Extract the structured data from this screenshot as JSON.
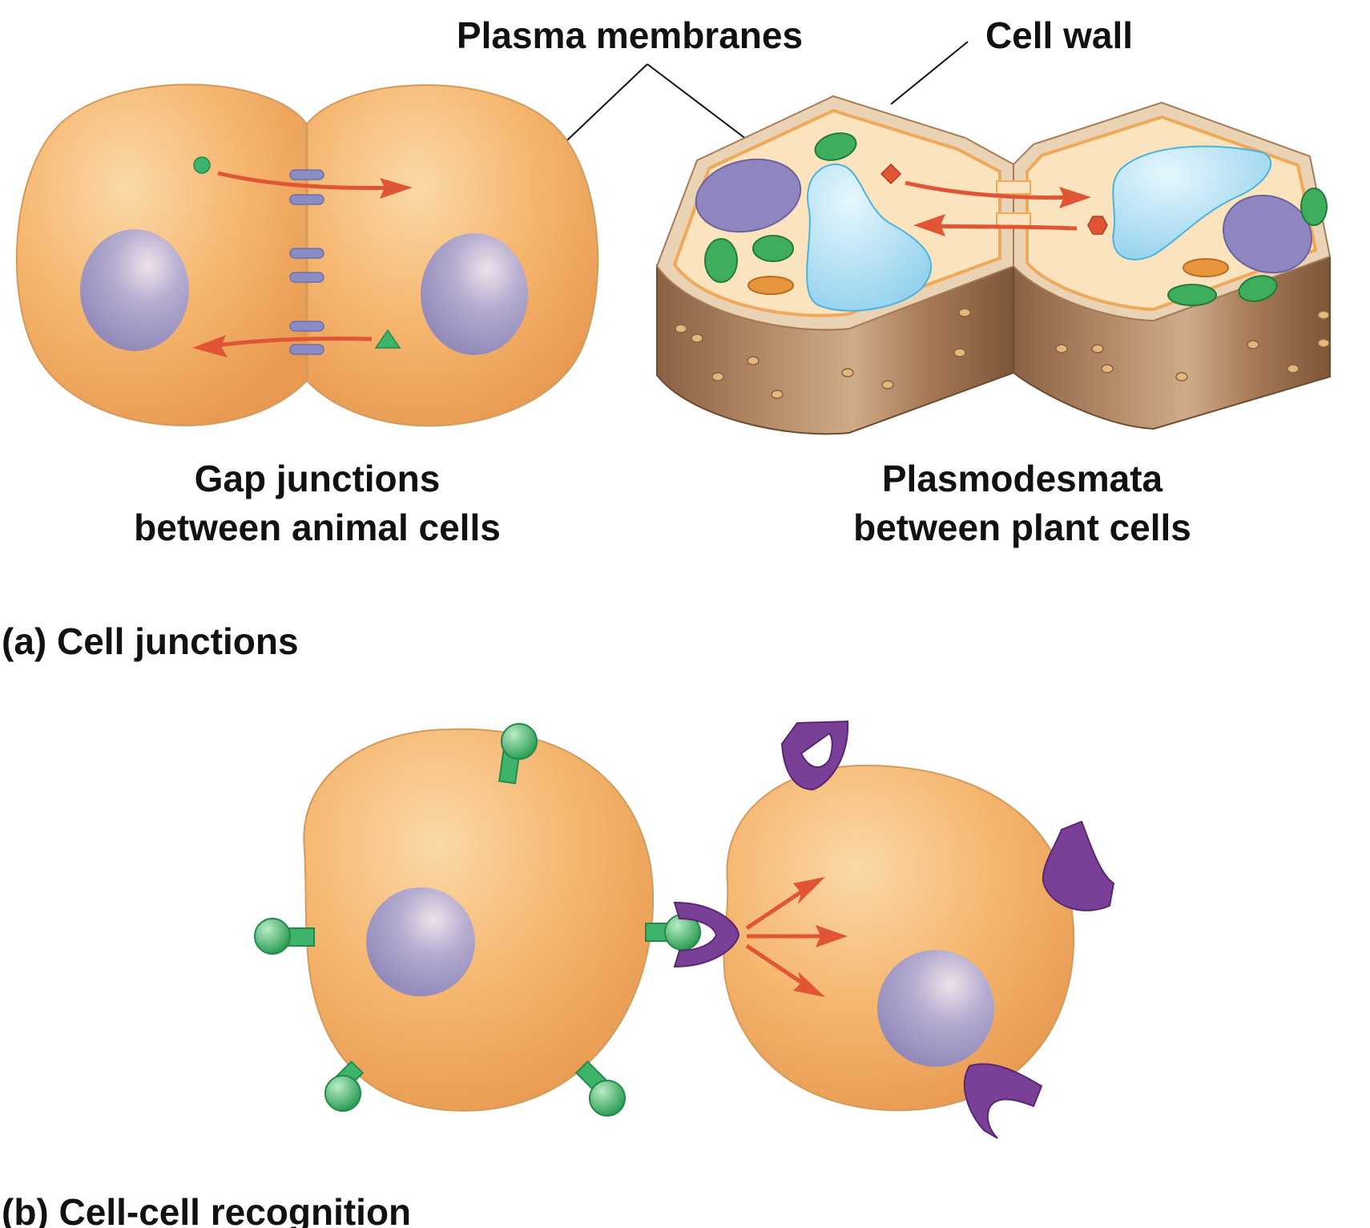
{
  "labels": {
    "plasma_membranes": "Plasma membranes",
    "cell_wall": "Cell wall",
    "gap_junctions_line1": "Gap junctions",
    "gap_junctions_line2": "between animal cells",
    "plasmodesmata_line1": "Plasmodesmata",
    "plasmodesmata_line2": "between plant cells",
    "panel_a": "(a) Cell junctions",
    "panel_b": "(b) Cell-cell recognition"
  },
  "colors": {
    "cytoplasm": "#f6b974",
    "cytoplasm_outline": "#d39a5c",
    "nucleus": "#a9a0c6",
    "vacuole": "#a9dcf2",
    "chloroplast": "#3fae5c",
    "mitochondrion": "#e8963e",
    "cell_wall": "#a87b57",
    "gap_junction": "#8a8dc4",
    "arrow": "#e05634",
    "receptor_green": "#3db36b",
    "receptor_purple": "#7a3f96",
    "leader_line": "#111111"
  },
  "icons": [
    "green-sphere-molecule-icon",
    "green-triangle-molecule-icon",
    "red-diamond-molecule-icon",
    "red-hexagon-molecule-icon",
    "green-knob-surface-protein-icon",
    "purple-cup-receptor-icon"
  ]
}
